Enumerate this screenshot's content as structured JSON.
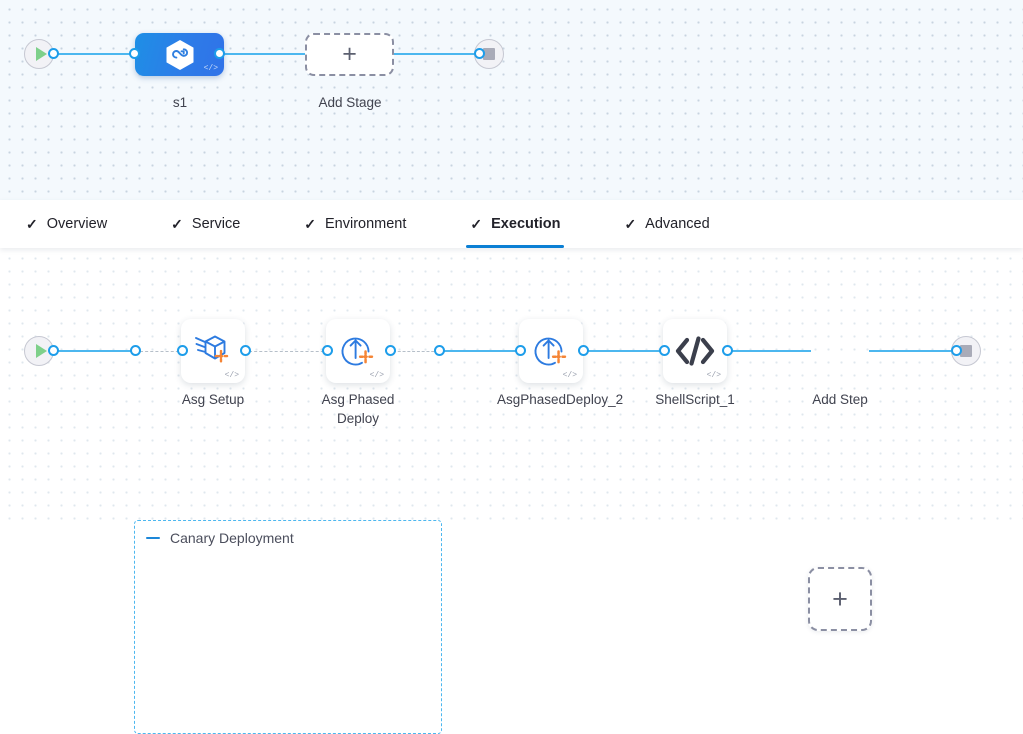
{
  "tabs": [
    {
      "label": "Overview",
      "icon": "check-icon",
      "active": false
    },
    {
      "label": "Service",
      "icon": "check-icon",
      "active": false
    },
    {
      "label": "Environment",
      "icon": "check-icon",
      "active": false
    },
    {
      "label": "Execution",
      "icon": "check-icon",
      "active": true
    },
    {
      "label": "Advanced",
      "icon": "check-icon",
      "active": false
    }
  ],
  "colors": {
    "accent_blue": "#0b7fd4",
    "connector_blue": "#4cb7ef",
    "port_blue": "#1d9dea",
    "stage_gradient_from": "#1e8fe6",
    "stage_gradient_to": "#3072e8",
    "aws_orange": "#f58536",
    "icon_blue": "#2d7be0",
    "dashed_gray": "#8b8fa3",
    "group_dash": "#4cb7ef",
    "text": "#41434f"
  },
  "stage_canvas": {
    "start_node": {
      "icon": "play-icon",
      "label": ""
    },
    "end_node": {
      "icon": "stop-icon",
      "label": ""
    },
    "stage": {
      "name": "s1",
      "icon": "harness-hexagon-infinity-icon",
      "code_glyph": "</>"
    },
    "add_stage": {
      "label": "Add Stage",
      "icon": "plus-icon"
    }
  },
  "execution_canvas": {
    "start_node": {
      "icon": "play-icon"
    },
    "end_node": {
      "icon": "stop-icon"
    },
    "group": {
      "title": "Canary Deployment",
      "collapse_icon": "minus-icon"
    },
    "steps": [
      {
        "name": "Asg Setup",
        "icon": "asg-setup-box-icon",
        "code_glyph": "</>",
        "in_group": true
      },
      {
        "name": "Asg Phased Deploy",
        "icon": "asg-phased-deploy-icon",
        "code_glyph": "</>",
        "in_group": true
      },
      {
        "name": "AsgPhasedDeploy_2",
        "icon": "asg-phased-deploy-icon",
        "code_glyph": "</>",
        "in_group": false
      },
      {
        "name": "ShellScript_1",
        "icon": "shell-script-code-icon",
        "code_glyph": "</>",
        "in_group": false
      }
    ],
    "add_step": {
      "label": "Add Step",
      "icon": "plus-icon"
    }
  }
}
